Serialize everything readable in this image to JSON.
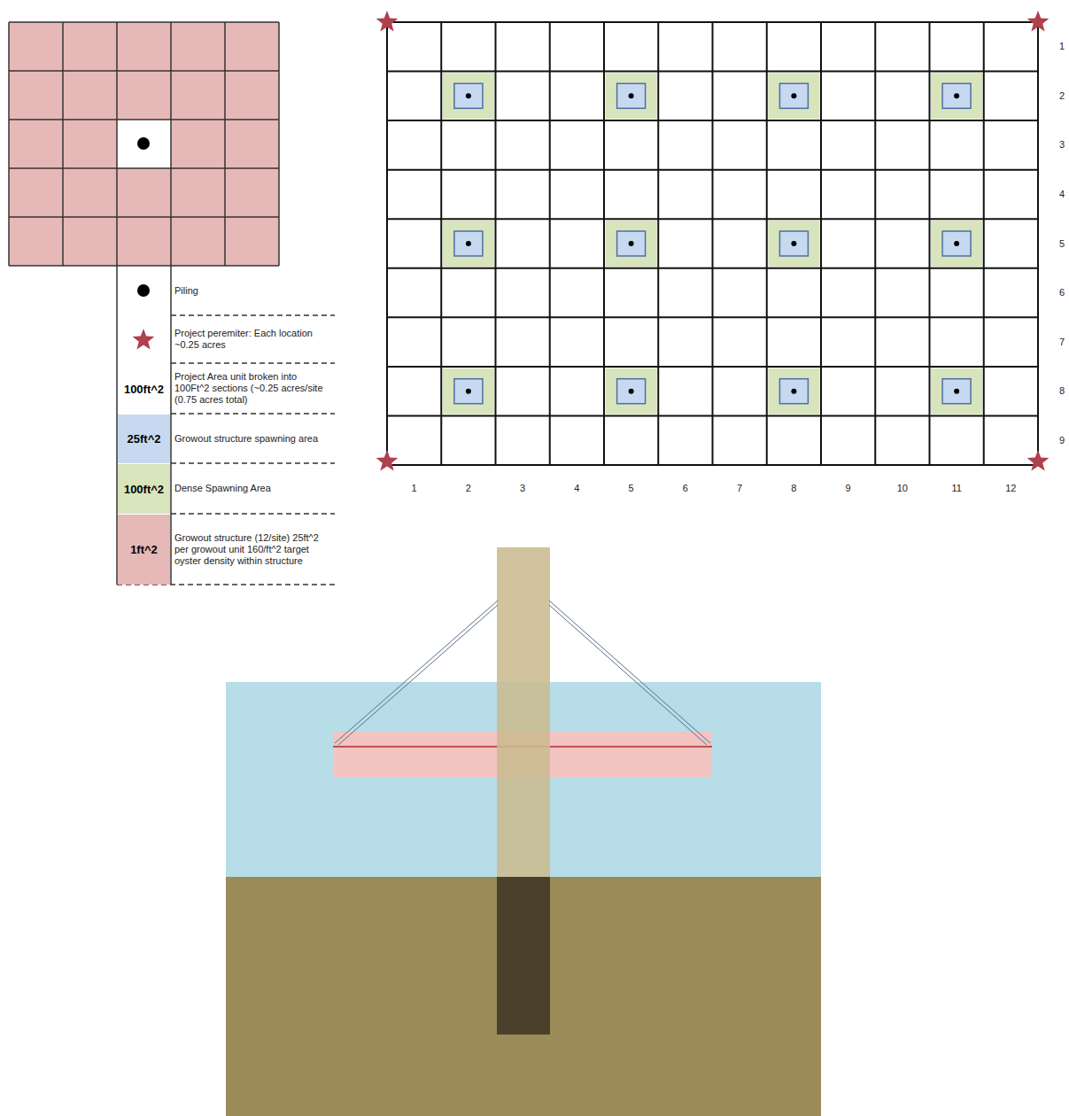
{
  "diagram": {
    "labels": [
      "1",
      "2",
      "3",
      "4",
      "5",
      "6",
      "7",
      "8",
      "9",
      "1",
      "2",
      "3",
      "4",
      "5",
      "6",
      "7",
      "8",
      "9",
      "10",
      "11",
      "12",
      "100ft^2",
      "25ft^2",
      "100ft^2",
      "1ft^2"
    ],
    "legend": [
      {
        "text": "Piling"
      },
      {
        "text": "Project peremiter: Each location ~0.25 acres"
      },
      {
        "text": "Project Area unit broken into 100Ft^2 sections (~0.25 acres/site (0.75 acres total)",
        "color": "#ffffff"
      },
      {
        "text": "Growout structure spawning area",
        "color": "#c6d9f0"
      },
      {
        "text": "Dense Spawning Area",
        "color": "#d7e4bc"
      },
      {
        "text": "Growout structure (12/site) 25ft^2 per growout unit 160/ft^2 target oyster density within structure",
        "color": "#e6b9b8"
      }
    ]
  }
}
